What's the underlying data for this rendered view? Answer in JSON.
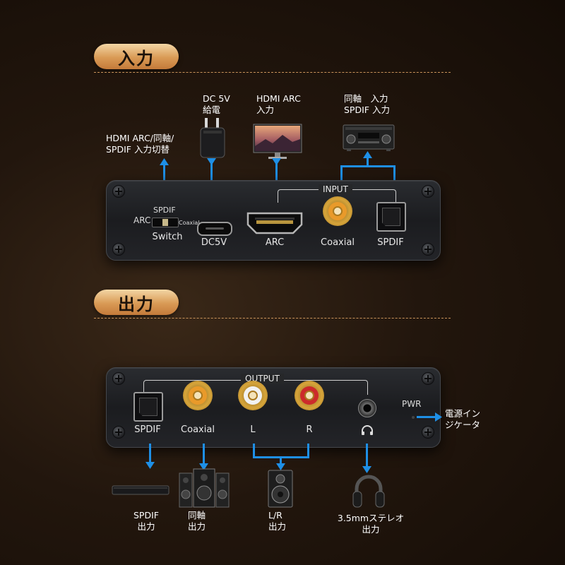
{
  "input_section": {
    "title": "入力",
    "callouts": {
      "switch_note_line1": "HDMI ARC/同軸/",
      "switch_note_line2": "SPDIF 入力切替",
      "dc_line1": "DC 5V",
      "dc_line2": "給電",
      "hdmi_line1": "HDMI ARC",
      "hdmi_line2": "入力",
      "coax_spdif_line1": "同軸　入力",
      "coax_spdif_line2": "SPDIF 入力"
    },
    "panel": {
      "group_label": "INPUT",
      "switch_top": "SPDIF",
      "switch_left": "ARC",
      "switch_right": "Coaxial",
      "switch_label": "Switch",
      "dc_label": "DC5V",
      "arc_label": "ARC",
      "coaxial_label": "Coaxial",
      "spdif_label": "SPDIF"
    }
  },
  "output_section": {
    "title": "出力",
    "panel": {
      "group_label": "OUTPUT",
      "spdif_label": "SPDIF",
      "coaxial_label": "Coaxial",
      "l_label": "L",
      "r_label": "R",
      "pwr_label": "PWR"
    },
    "callouts": {
      "pwr_line1": "電源イン",
      "pwr_line2": "ジケータ",
      "spdif_out_line1": "SPDIF",
      "spdif_out_line2": "出力",
      "coax_out_line1": "同軸",
      "coax_out_line2": "出力",
      "lr_out_line1": "L/R",
      "lr_out_line2": "出力",
      "headphone_out_line1": "3.5mmステレオ",
      "headphone_out_line2": "出力"
    }
  },
  "colors": {
    "accent_blue": "#1e8fe6",
    "badge_gold": "#d99a55",
    "coaxial_orange": "#e99a2a",
    "rca_white": "#f2f2f2",
    "rca_red": "#cc2b2b"
  }
}
